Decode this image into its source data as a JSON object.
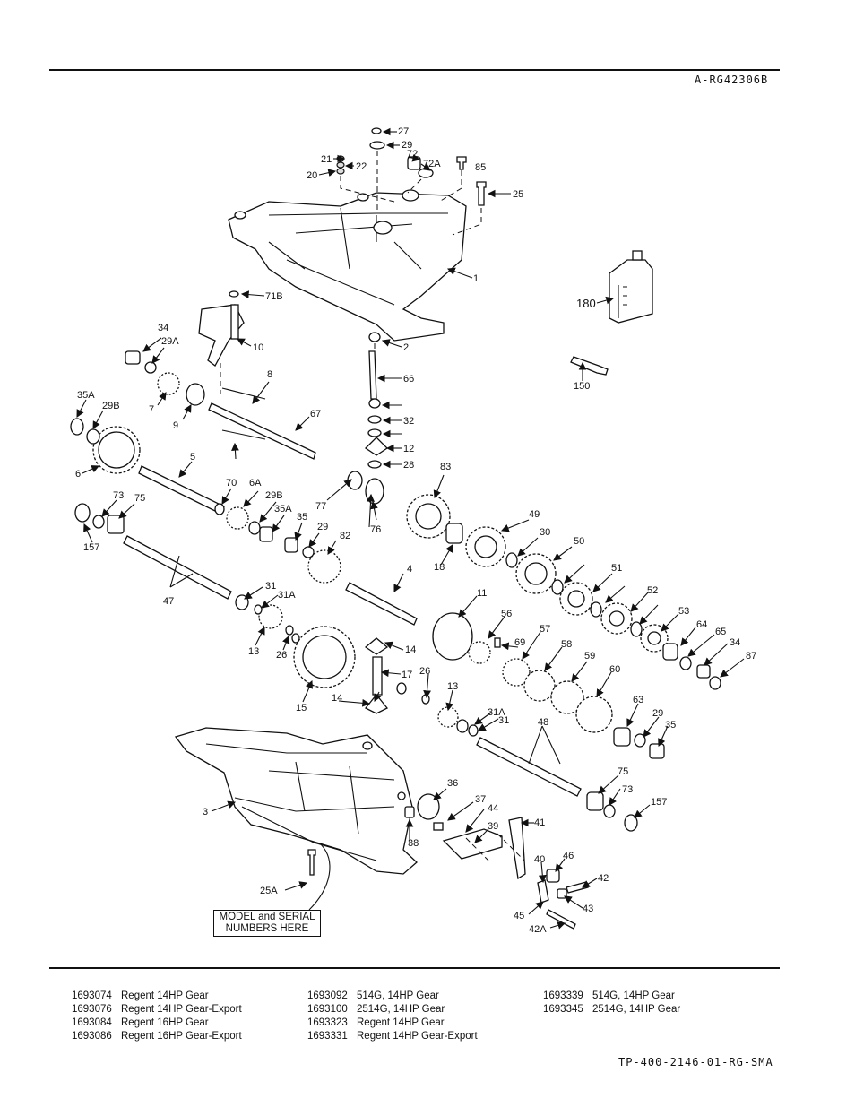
{
  "header": {
    "figure_code": "A-RG42306B"
  },
  "footer": {
    "doc_code": "TP-400-2146-01-RG-SMA"
  },
  "diagram": {
    "model_note": [
      "MODEL and SERIAL",
      "NUMBERS HERE"
    ],
    "callouts": [
      "27",
      "29",
      "21",
      "22",
      "72",
      "72A",
      "85",
      "20",
      "25",
      "1",
      "71B",
      "180",
      "34",
      "29A",
      "10",
      "150",
      "8",
      "66",
      "2",
      "35A",
      "29B",
      "7",
      "9",
      "67",
      "32",
      "12",
      "28",
      "6",
      "5",
      "83",
      "77",
      "70",
      "6A",
      "49",
      "73",
      "75",
      "76",
      "30",
      "157",
      "29B",
      "35A",
      "35",
      "29",
      "82",
      "50",
      "18",
      "4",
      "31",
      "31A",
      "11",
      "51",
      "52",
      "53",
      "56",
      "57",
      "69",
      "58",
      "59",
      "60",
      "64",
      "65",
      "34",
      "87",
      "47",
      "13",
      "26",
      "14",
      "17",
      "15",
      "48",
      "63",
      "29",
      "35",
      "31A",
      "31",
      "26",
      "13",
      "14",
      "75",
      "36",
      "37",
      "44",
      "73",
      "157",
      "41",
      "39",
      "3",
      "38",
      "46",
      "40",
      "42",
      "25A",
      "43",
      "45",
      "42A"
    ]
  },
  "legend": {
    "columns": [
      [
        {
          "pn": "1693074",
          "desc": "Regent 14HP Gear"
        },
        {
          "pn": "1693076",
          "desc": "Regent 14HP Gear-Export"
        },
        {
          "pn": "1693084",
          "desc": "Regent 16HP Gear"
        },
        {
          "pn": "1693086",
          "desc": "Regent 16HP Gear-Export"
        }
      ],
      [
        {
          "pn": "1693092",
          "desc": "514G, 14HP Gear"
        },
        {
          "pn": "1693100",
          "desc": "2514G, 14HP Gear"
        },
        {
          "pn": "1693323",
          "desc": "Regent 14HP Gear"
        },
        {
          "pn": "1693331",
          "desc": "Regent 14HP Gear-Export"
        }
      ],
      [
        {
          "pn": "1693339",
          "desc": "514G, 14HP Gear"
        },
        {
          "pn": "1693345",
          "desc": "2514G, 14HP Gear"
        }
      ]
    ]
  }
}
